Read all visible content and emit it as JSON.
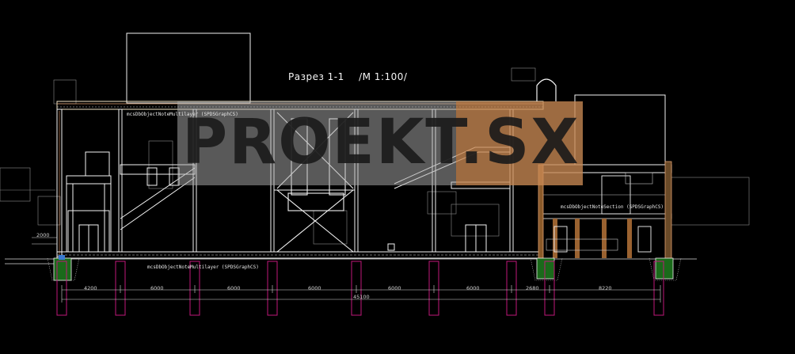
{
  "drawing": {
    "section_label": "Разрез 1-1",
    "scale_label": "/М 1:100/",
    "watermark": "PROEKT.SX",
    "notes": {
      "object_note_top": "mcsDbObjectNoteMultilayer (SPDSGraphCS)",
      "object_note_bottom": "mcsDbObjectNoteMultilayer (SPDSGraphCS)",
      "object_note_right": "mcsDbObjectNoteSection (SPDSGraphCS)"
    },
    "dimensions": {
      "left_height": "2000",
      "spans": [
        "4200",
        "6000",
        "6000",
        "6000",
        "6000",
        "6000",
        "2680",
        "8220"
      ],
      "total": "45100"
    }
  }
}
